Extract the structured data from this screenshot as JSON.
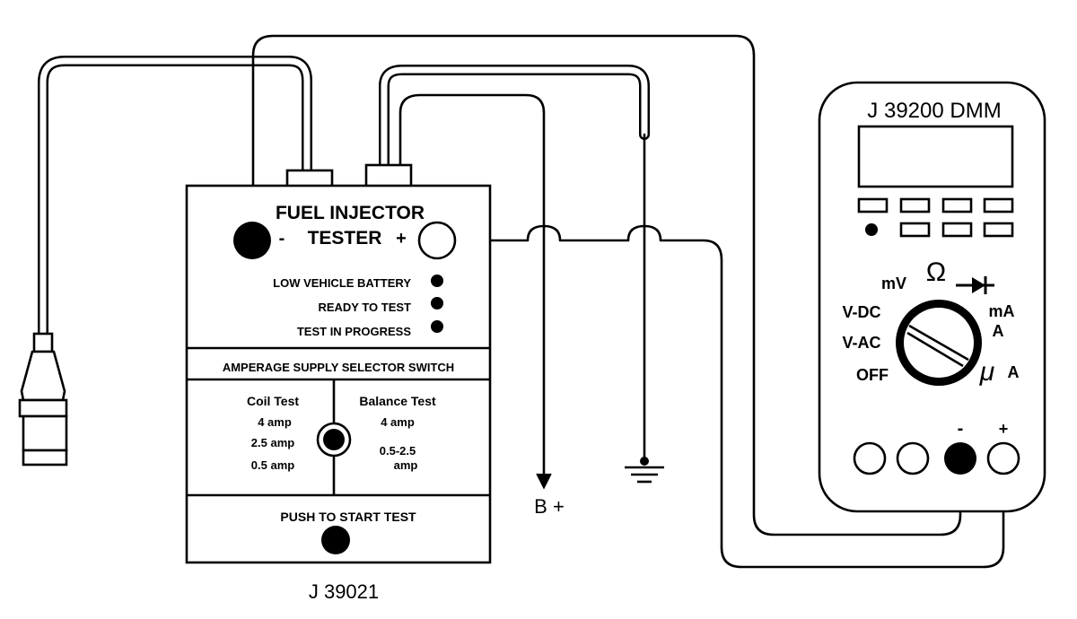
{
  "tester": {
    "title": "FUEL INJECTOR",
    "subtitle": "TESTER",
    "minus": "-",
    "plus": "+",
    "indicators": [
      "LOW VEHICLE BATTERY",
      "READY TO TEST",
      "TEST IN PROGRESS"
    ],
    "selector_title": "AMPERAGE SUPPLY SELECTOR SWITCH",
    "coil_test": {
      "heading": "Coil Test",
      "values": [
        "4 amp",
        "2.5 amp",
        "0.5 amp"
      ]
    },
    "balance_test": {
      "heading": "Balance Test",
      "values": [
        "4 amp",
        "0.5-2.5",
        "amp"
      ]
    },
    "push_label": "PUSH TO START TEST",
    "part_number": "J 39021"
  },
  "dmm": {
    "title": "J 39200 DMM",
    "dial_labels": {
      "mv": "mV",
      "ohm": "Ω",
      "vdc": "V-DC",
      "vac": "V-AC",
      "off": "OFF",
      "ma": "mA",
      "a": "A",
      "mu": "μ",
      "ua": "A"
    },
    "jack_minus": "-",
    "jack_plus": "+"
  },
  "supply": {
    "b_plus": "B +"
  }
}
